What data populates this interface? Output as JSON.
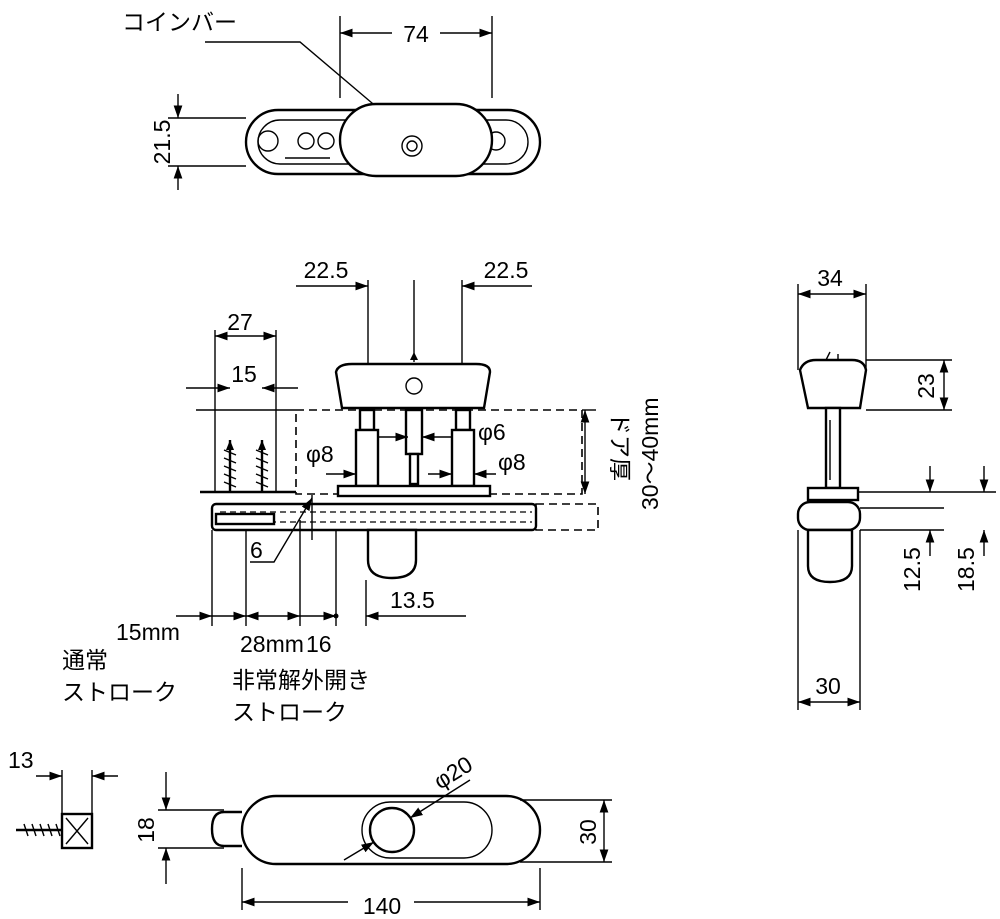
{
  "labels": {
    "coin_bar": "コインバー",
    "door_thickness_1": "ドア厚",
    "door_thickness_2": "30〜40mm",
    "normal_stroke_1": "通常",
    "normal_stroke_2": "ストローク",
    "emergency_1": "非常解外開き",
    "emergency_2": "ストローク",
    "stroke_15": "15mm",
    "stroke_28": "28mm"
  },
  "dimensions": {
    "top_width": "74",
    "top_height": "21.5",
    "knob_left": "22.5",
    "knob_right": "22.5",
    "screw_span": "27",
    "screw_pitch": "15",
    "phi6": "φ6",
    "phi8_a": "φ8",
    "phi8_b": "φ8",
    "d6": "6",
    "d16": "16",
    "d13_5": "13.5",
    "side_top": "34",
    "side_23": "23",
    "side_12_5": "12.5",
    "side_18_5": "18.5",
    "side_30": "30",
    "bottom_13": "13",
    "bottom_18": "18",
    "bottom_phi20": "φ20",
    "bottom_30": "30",
    "bottom_140": "140"
  }
}
